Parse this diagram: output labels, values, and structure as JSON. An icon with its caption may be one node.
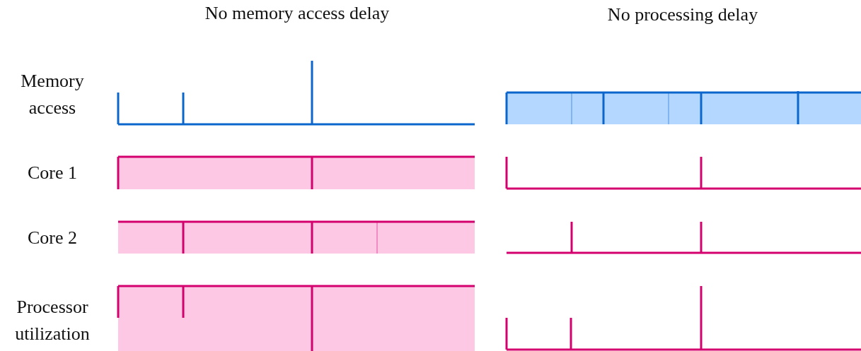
{
  "diagram": {
    "labels": [
      "No memory access delay",
      "No processing delay",
      "Memory access",
      "Core 1",
      "Core 2",
      "Processor utilization"
    ]
  }
}
